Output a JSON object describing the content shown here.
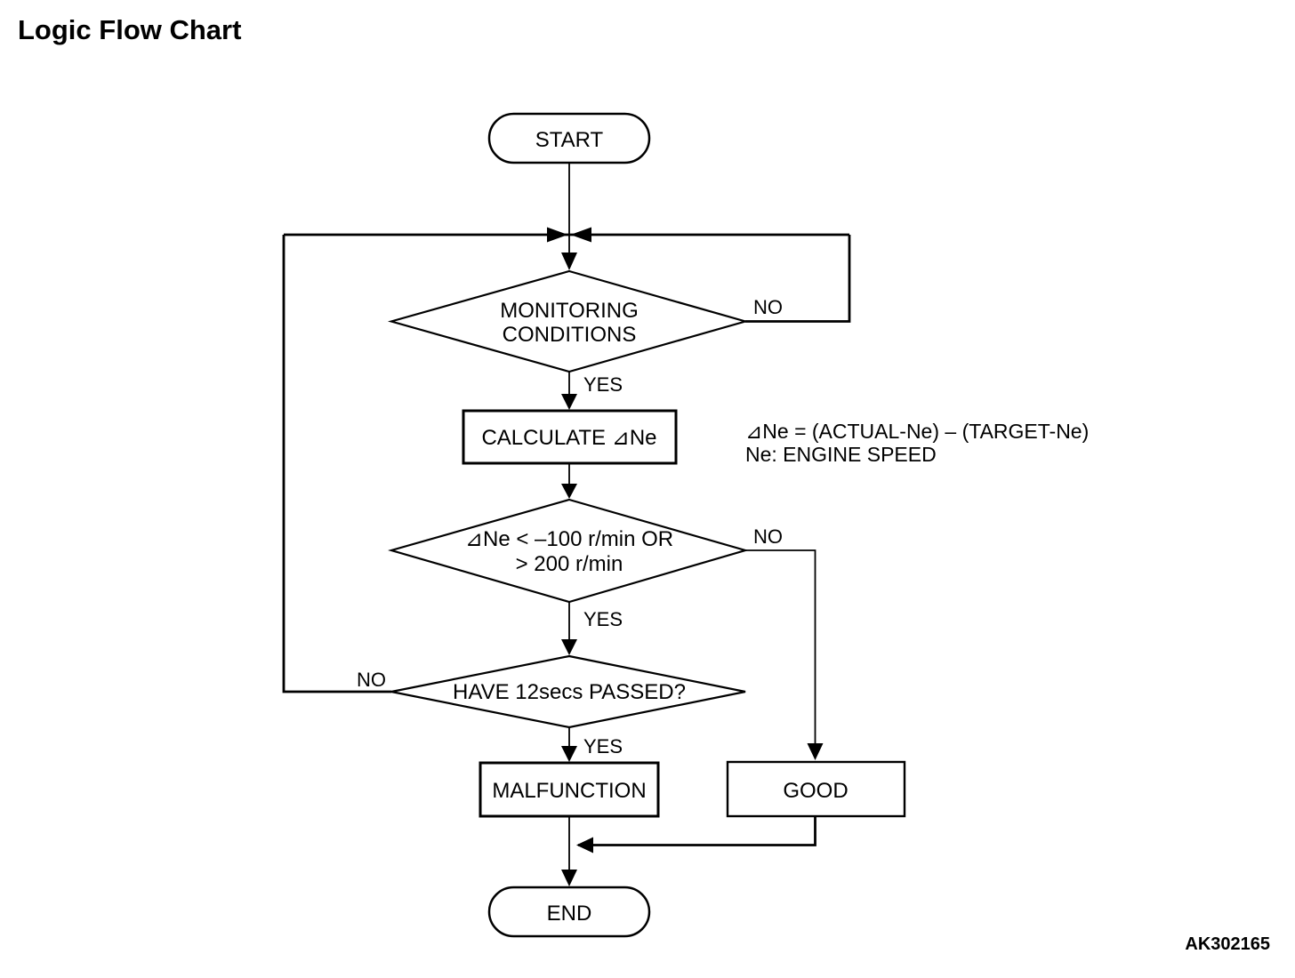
{
  "page": {
    "title": "Logic Flow Chart",
    "figure_code": "AK302165"
  },
  "colors": {
    "background": "#ffffff",
    "line": "#000000",
    "text": "#000000"
  },
  "flowchart": {
    "type": "flowchart",
    "nodes": {
      "start": {
        "shape": "terminator",
        "label": "START"
      },
      "monitoring": {
        "shape": "decision",
        "line1": "MONITORING",
        "line2": "CONDITIONS"
      },
      "calculate": {
        "shape": "process",
        "label": "CALCULATE ⊿Ne"
      },
      "dne_check": {
        "shape": "decision",
        "line1": "⊿Ne < –100 r/min OR",
        "line2": "> 200 r/min"
      },
      "timer_check": {
        "shape": "decision",
        "label": "HAVE 12secs PASSED?"
      },
      "malfunction": {
        "shape": "process",
        "label": "MALFUNCTION"
      },
      "good": {
        "shape": "process",
        "label": "GOOD"
      },
      "end": {
        "shape": "terminator",
        "label": "END"
      }
    },
    "edge_labels": {
      "monitoring_no": "NO",
      "monitoring_yes": "YES",
      "dne_no": "NO",
      "dne_yes": "YES",
      "timer_no": "NO",
      "timer_yes": "YES"
    },
    "edges": [
      {
        "from": "start",
        "to": "loop-junction",
        "label": ""
      },
      {
        "from": "loop-junction",
        "to": "monitoring",
        "label": ""
      },
      {
        "from": "monitoring",
        "to": "calculate",
        "label": "YES"
      },
      {
        "from": "monitoring",
        "to": "loop-junction",
        "label": "NO"
      },
      {
        "from": "calculate",
        "to": "dne_check",
        "label": ""
      },
      {
        "from": "dne_check",
        "to": "timer_check",
        "label": "YES"
      },
      {
        "from": "dne_check",
        "to": "good",
        "label": "NO"
      },
      {
        "from": "timer_check",
        "to": "malfunction",
        "label": "YES"
      },
      {
        "from": "timer_check",
        "to": "loop-junction",
        "label": "NO"
      },
      {
        "from": "malfunction",
        "to": "end",
        "label": ""
      },
      {
        "from": "good",
        "to": "end",
        "label": ""
      }
    ],
    "annotation": {
      "line1": "⊿Ne = (ACTUAL-Ne) – (TARGET-Ne)",
      "line2": "Ne: ENGINE SPEED"
    }
  }
}
